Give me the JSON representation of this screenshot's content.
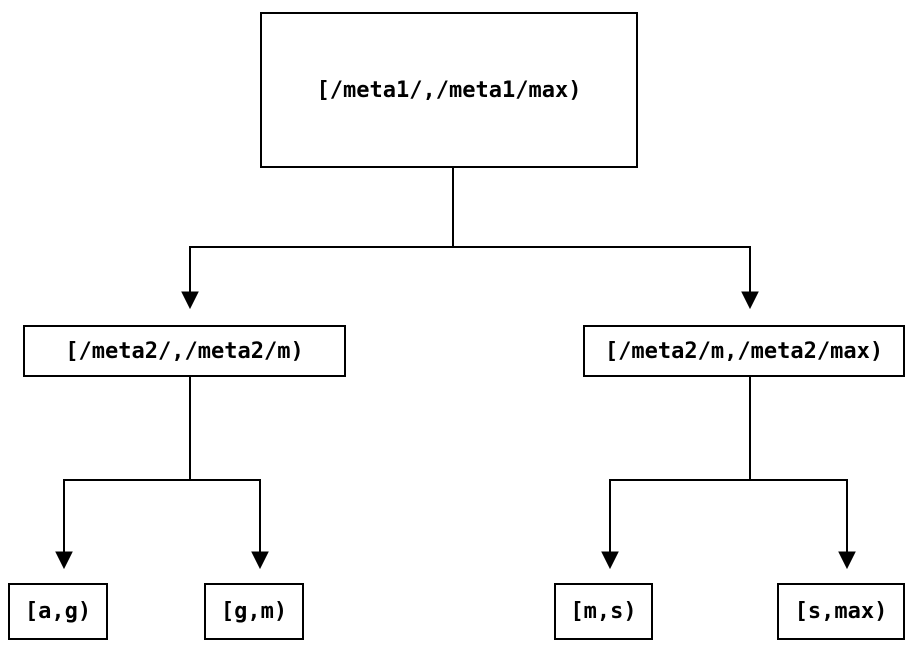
{
  "diagram": {
    "type": "tree",
    "background_color": "#ffffff",
    "line_color": "#000000",
    "text_color": "#000000",
    "nodes": {
      "root": {
        "label": "[/meta1/,/meta1/max)"
      },
      "meta2_left": {
        "label": "[/meta2/,/meta2/m)"
      },
      "meta2_right": {
        "label": "[/meta2/m,/meta2/max)"
      },
      "leaf_ag": {
        "label": "[a,g)"
      },
      "leaf_gm": {
        "label": "[g,m)"
      },
      "leaf_ms": {
        "label": "[m,s)"
      },
      "leaf_smax": {
        "label": "[s,max)"
      }
    },
    "edges": [
      {
        "from": "root",
        "to": "meta2_left"
      },
      {
        "from": "root",
        "to": "meta2_right"
      },
      {
        "from": "meta2_left",
        "to": "leaf_ag"
      },
      {
        "from": "meta2_left",
        "to": "leaf_gm"
      },
      {
        "from": "meta2_right",
        "to": "leaf_ms"
      },
      {
        "from": "meta2_right",
        "to": "leaf_smax"
      }
    ]
  }
}
